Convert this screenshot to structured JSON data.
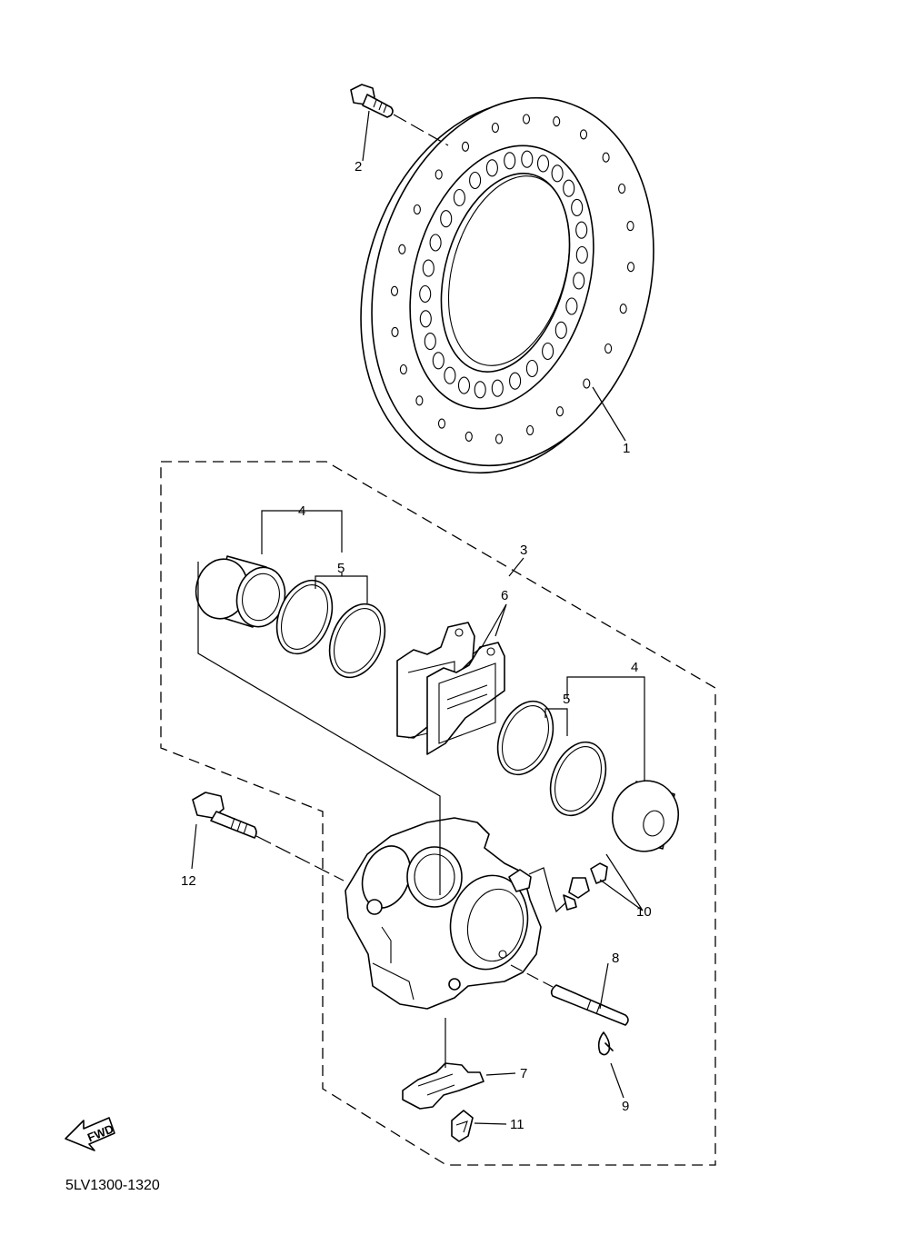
{
  "diagram": {
    "drawing_code": "5LV1300-1320",
    "fwd_label": "FWD",
    "callouts": {
      "disc": "1",
      "disc_bolt": "2",
      "caliper_assembly": "3",
      "piston_kit_upper": "4",
      "seal_kit_upper": "5",
      "pad_kit": "6",
      "pad_spring": "7",
      "pad_pin": "8",
      "clip": "9",
      "bleed_screw_set": "10",
      "pad_support": "11",
      "caliper_bolt": "12",
      "piston_kit_lower": "4",
      "seal_kit_lower": "5"
    }
  }
}
